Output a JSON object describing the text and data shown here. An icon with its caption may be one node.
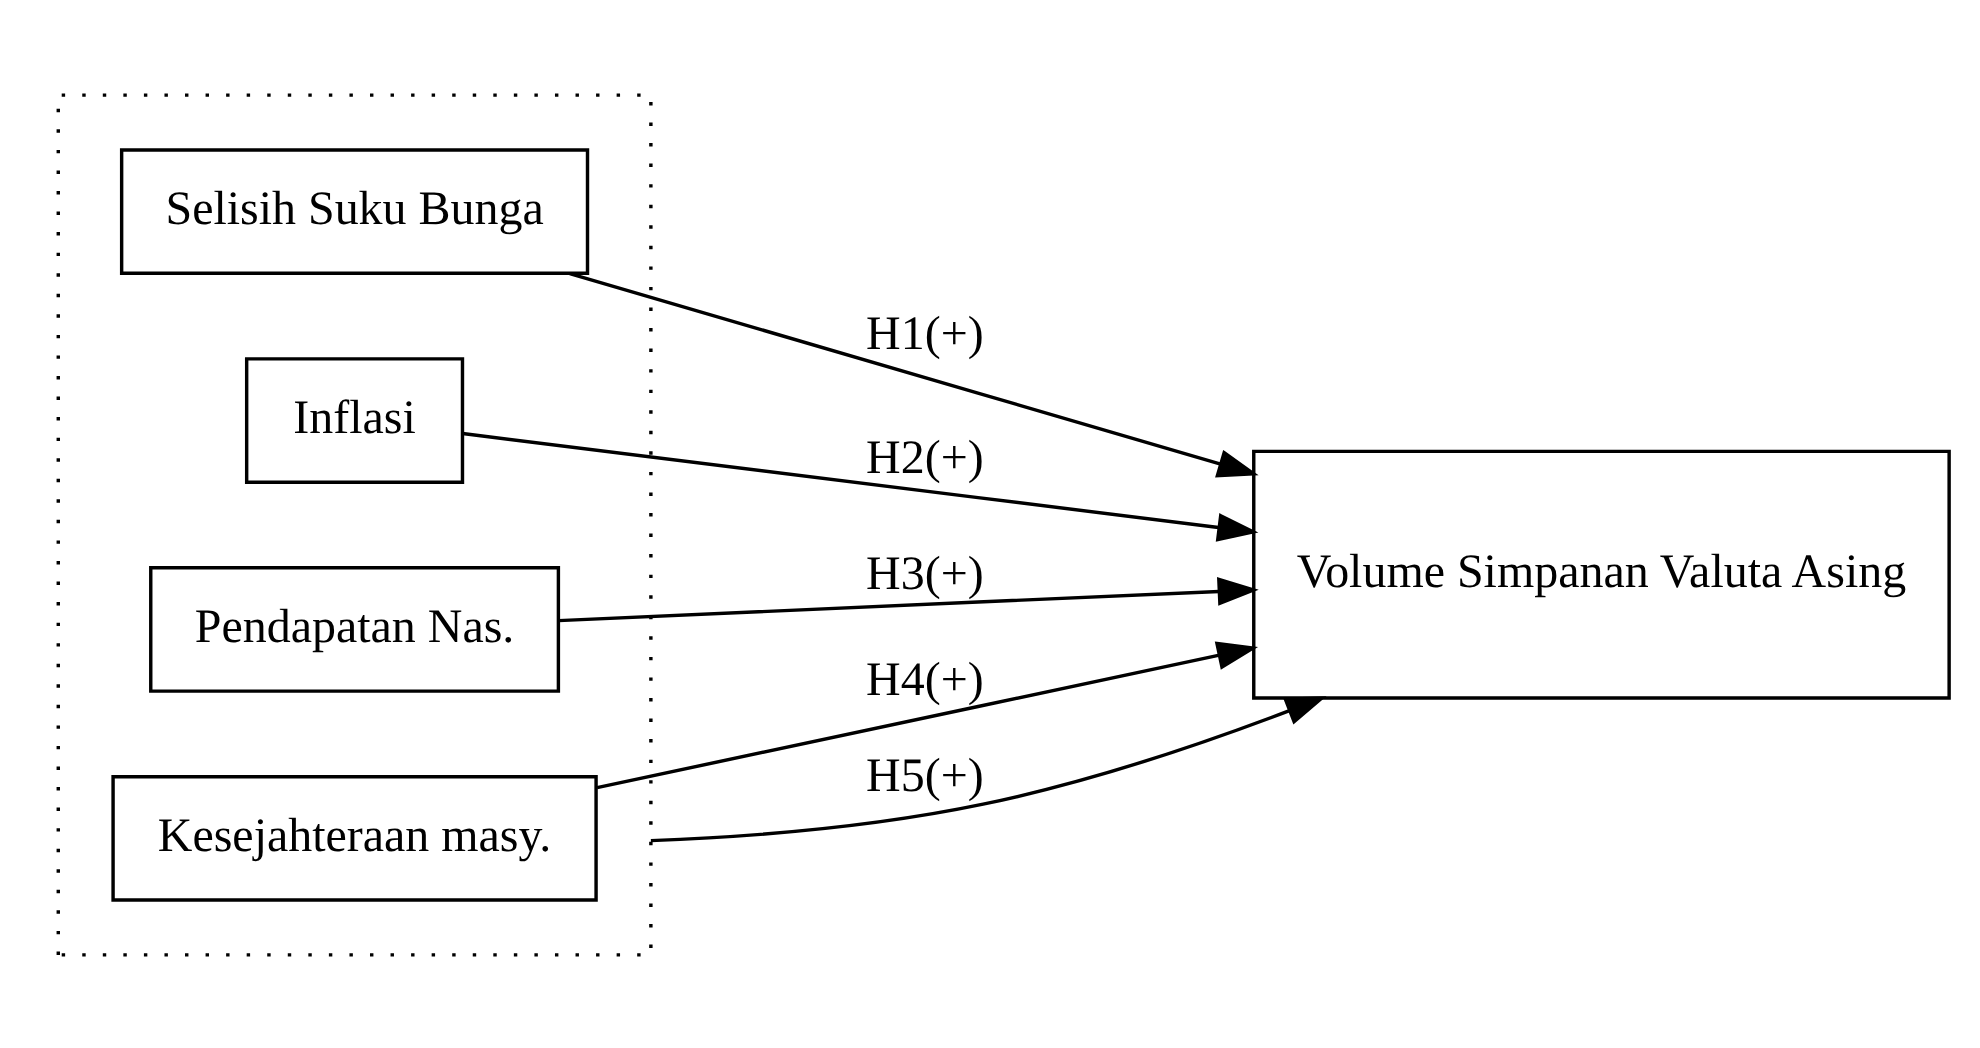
{
  "diagram": {
    "nodes": [
      {
        "text": [],
        "shape": "box"
      },
      {
        "text": [
          "Selisih Suku Bunga"
        ],
        "in": 0
      },
      {
        "text": [
          "Inflasi"
        ],
        "in": 0
      },
      {
        "text": [
          "Pendapatan Nas."
        ],
        "in": 0
      },
      {
        "text": [
          "Kesejahteraan masy."
        ],
        "in": 0
      },
      {
        "text": [
          "Volume Simpanan Valuta Asing"
        ]
      }
    ],
    "edges": [
      {
        "from": 1,
        "to": 5,
        "arrow": "to",
        "label": "H1(+)"
      },
      {
        "from": 2,
        "to": 5,
        "arrow": "to",
        "label": "H2(+)"
      },
      {
        "from": 3,
        "to": 5,
        "arrow": "to",
        "label": "H3(+)"
      },
      {
        "from": 4,
        "to": 5,
        "arrow": "to",
        "label": "H4(+)"
      },
      {
        "from": 0,
        "to": 5,
        "arrow": "to",
        "label": "H5(+)"
      }
    ]
  }
}
